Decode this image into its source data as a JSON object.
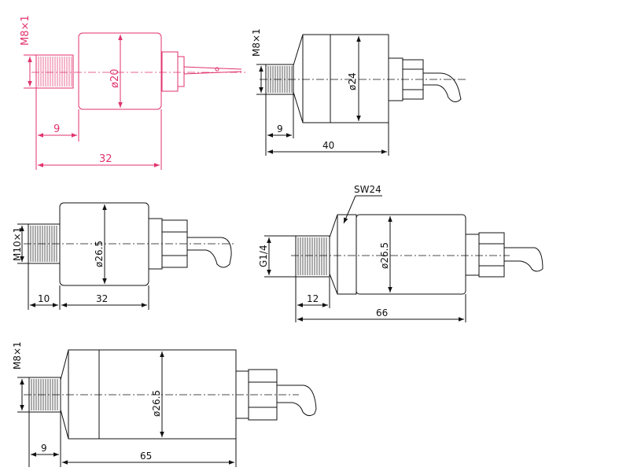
{
  "views": [
    {
      "thread": "M8×1",
      "diameter": "ø20",
      "thread_length": "9",
      "overall_length": "32"
    },
    {
      "thread": "M8×1",
      "diameter": "ø24",
      "thread_length": "9",
      "overall_length": "40"
    },
    {
      "thread": "M10×1",
      "diameter": "ø26.5",
      "thread_length": "10",
      "body_length": "32"
    },
    {
      "thread": "G1/4",
      "diameter": "ø26.5",
      "thread_length": "12",
      "overall_length": "66",
      "wrench": "SW24"
    },
    {
      "thread": "M8×1",
      "diameter": "ø26.5",
      "thread_length": "9",
      "overall_length": "65"
    }
  ],
  "colors": {
    "drawing": "#111111",
    "highlight": "#e0326e"
  }
}
